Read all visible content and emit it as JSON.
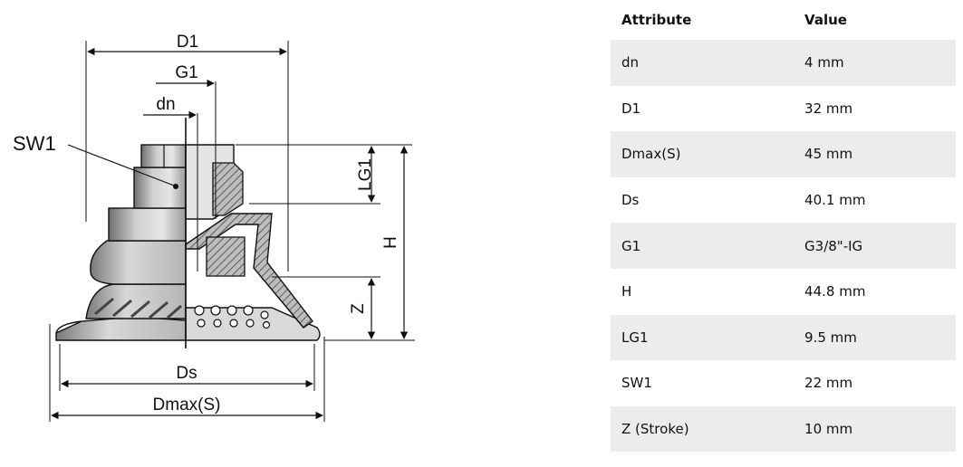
{
  "drawing": {
    "labels": {
      "d1": "D1",
      "g1": "G1",
      "dn": "dn",
      "sw1": "SW1",
      "lg1": "LG1",
      "h": "H",
      "z": "Z",
      "ds": "Ds",
      "dmax": "Dmax(S)"
    }
  },
  "table": {
    "headers": {
      "attribute": "Attribute",
      "value": "Value"
    },
    "rows": [
      {
        "attribute": "dn",
        "value": "4 mm"
      },
      {
        "attribute": "D1",
        "value": "32 mm"
      },
      {
        "attribute": "Dmax(S)",
        "value": "45 mm"
      },
      {
        "attribute": "Ds",
        "value": "40.1 mm"
      },
      {
        "attribute": "G1",
        "value": "G3/8\"-IG"
      },
      {
        "attribute": "H",
        "value": "44.8 mm"
      },
      {
        "attribute": "LG1",
        "value": "9.5 mm"
      },
      {
        "attribute": "SW1",
        "value": "22 mm"
      },
      {
        "attribute": "Z (Stroke)",
        "value": "10 mm"
      }
    ]
  }
}
